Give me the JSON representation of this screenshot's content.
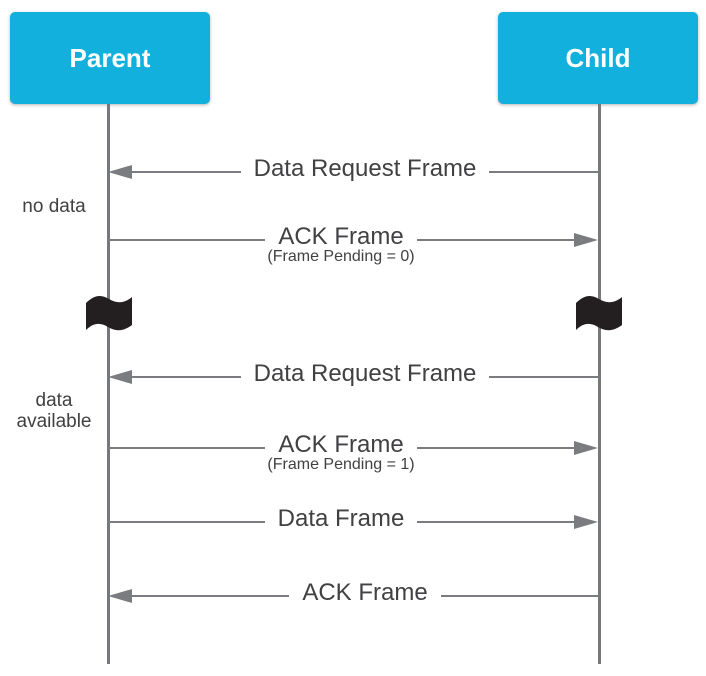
{
  "diagram_type": "sequence-diagram",
  "colors": {
    "actor_bg": "#12b1dd",
    "actor_text": "#ffffff",
    "line": "#7b7c7f",
    "lifeline": "#77787b",
    "text": "#414042",
    "flag": "#231f20",
    "background": "#ffffff"
  },
  "actors": [
    {
      "name": "Parent"
    },
    {
      "name": "Child"
    }
  ],
  "side_labels": [
    {
      "text": "no data"
    },
    {
      "text": "data available"
    }
  ],
  "messages": [
    {
      "label": "Data Request Frame",
      "direction": "left",
      "from": "Child",
      "to": "Parent"
    },
    {
      "label": "ACK Frame",
      "sublabel": "(Frame Pending = 0)",
      "direction": "right",
      "from": "Parent",
      "to": "Child"
    },
    {
      "label": "Data Request Frame",
      "direction": "left",
      "from": "Child",
      "to": "Parent"
    },
    {
      "label": "ACK Frame",
      "sublabel": "(Frame Pending = 1)",
      "direction": "right",
      "from": "Parent",
      "to": "Child"
    },
    {
      "label": "Data Frame",
      "direction": "right",
      "from": "Parent",
      "to": "Child"
    },
    {
      "label": "ACK Frame",
      "direction": "left",
      "from": "Child",
      "to": "Parent"
    }
  ],
  "time_break": {
    "icon": "black-waving-flag",
    "count": 2
  }
}
